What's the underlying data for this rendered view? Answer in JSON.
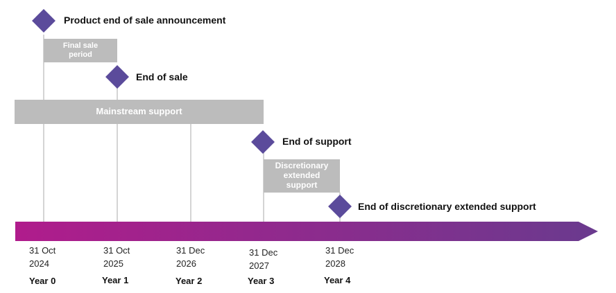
{
  "milestones": {
    "announcement": "Product end of sale announcement",
    "end_of_sale": "End of sale",
    "end_of_support": "End of support",
    "end_of_extended": "End of discretionary extended support"
  },
  "bars": {
    "final_sale_line1": "Final sale",
    "final_sale_line2": "period",
    "mainstream": "Mainstream support",
    "discretionary_line1": "Discretionary",
    "discretionary_line2": "extended",
    "discretionary_line3": "support"
  },
  "timeline": [
    {
      "date_line1": "31 Oct",
      "date_line2": "2024",
      "year": "Year 0"
    },
    {
      "date_line1": "31 Oct",
      "date_line2": "2025",
      "year": "Year 1"
    },
    {
      "date_line1": "31 Dec",
      "date_line2": "2026",
      "year": "Year 2"
    },
    {
      "date_line1": "31 Dec",
      "date_line2": "2027",
      "year": "Year 3"
    },
    {
      "date_line1": "31 Dec",
      "date_line2": "2028",
      "year": "Year 4"
    }
  ],
  "colors": {
    "diamond": "#5b4b9b",
    "gray_bar": "#bcbcbc",
    "arrow_start": "#b01c8c",
    "arrow_end": "#6a3a8e"
  }
}
